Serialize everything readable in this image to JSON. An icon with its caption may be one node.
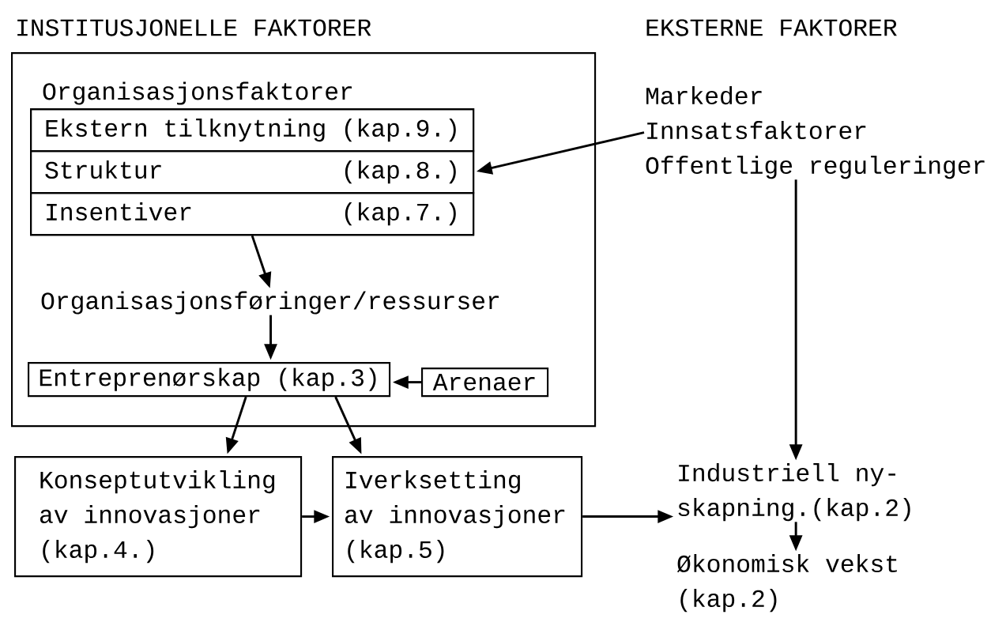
{
  "diagram": {
    "nodes": [
      {
        "text": [
          "INSTITUSJONELLE FAKTORER"
        ]
      },
      {
        "text": [
          "Organisasjonsfaktorer"
        ],
        "in": 0
      },
      {
        "text": [
          "Ekstern tilknytning",
          "(kap.9.)"
        ],
        "in": 1
      },
      {
        "text": [
          "Struktur",
          "(kap.8.)"
        ],
        "in": 1
      },
      {
        "text": [
          "Insentiver",
          "(kap.7.)"
        ],
        "in": 1
      },
      {
        "text": [
          "Organisasjonsføringer/ressurser"
        ],
        "in": 0
      },
      {
        "text": [
          "Entreprenørskap (kap.3)"
        ],
        "in": 0
      },
      {
        "text": [
          "Arenaer"
        ],
        "in": 0
      },
      {
        "text": [
          "Konseptutvikling av innovasjoner (kap.4.)"
        ]
      },
      {
        "text": [
          "Iverksetting av innovasjoner (kap.5)"
        ]
      },
      {
        "text": [
          "Markeder",
          "Innsatsfaktorer",
          "Offentlige reguleringer"
        ]
      },
      {
        "text": [
          "Industriell ny- skapning.(kap.2)"
        ]
      },
      {
        "text": [
          "Økonomisk vekst (kap.2)"
        ]
      }
    ],
    "edges": [
      {
        "from": 10,
        "to": 3,
        "arrow": "to"
      },
      {
        "from": 10,
        "to": 11,
        "arrow": "to"
      },
      {
        "from": 4,
        "to": 5,
        "arrow": "to"
      },
      {
        "from": 5,
        "to": 6,
        "arrow": "to"
      },
      {
        "from": 7,
        "to": 6,
        "arrow": "to"
      },
      {
        "from": 6,
        "to": 8,
        "arrow": "to"
      },
      {
        "from": 6,
        "to": 9,
        "arrow": "to"
      },
      {
        "from": 8,
        "to": 9,
        "arrow": "to"
      },
      {
        "from": 9,
        "to": 11,
        "arrow": "to"
      },
      {
        "from": 11,
        "to": 12,
        "arrow": "to"
      }
    ],
    "labels": [
      "EKSTERNE FAKTORER"
    ]
  }
}
